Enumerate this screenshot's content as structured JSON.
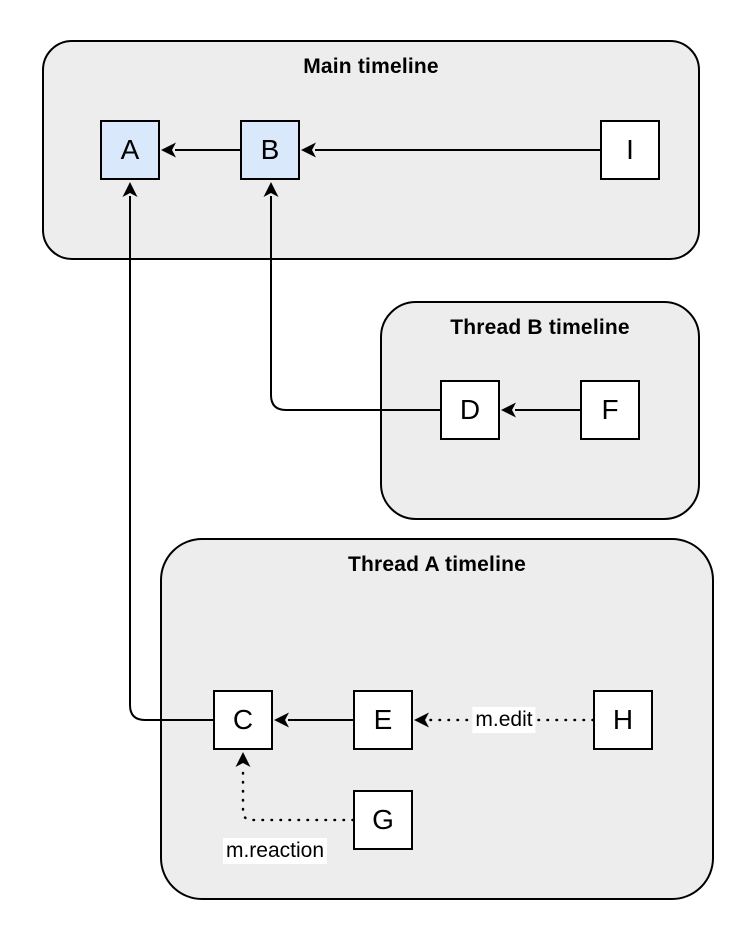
{
  "diagram": {
    "containers": {
      "main": {
        "title": "Main timeline"
      },
      "thread_b": {
        "title": "Thread B timeline"
      },
      "thread_a": {
        "title": "Thread A timeline"
      }
    },
    "nodes": {
      "a": {
        "label": "A"
      },
      "b": {
        "label": "B"
      },
      "i": {
        "label": "I"
      },
      "d": {
        "label": "D"
      },
      "f": {
        "label": "F"
      },
      "c": {
        "label": "C"
      },
      "e": {
        "label": "E"
      },
      "h": {
        "label": "H"
      },
      "g": {
        "label": "G"
      }
    },
    "edges": {
      "m_edit": {
        "label": "m.edit"
      },
      "m_reaction": {
        "label": "m.reaction"
      }
    },
    "colors": {
      "node_highlight": "#dae8fc",
      "node_default": "#ffffff",
      "container_fill": "#ededed",
      "stroke": "#000000",
      "background": "#ffffff"
    }
  }
}
